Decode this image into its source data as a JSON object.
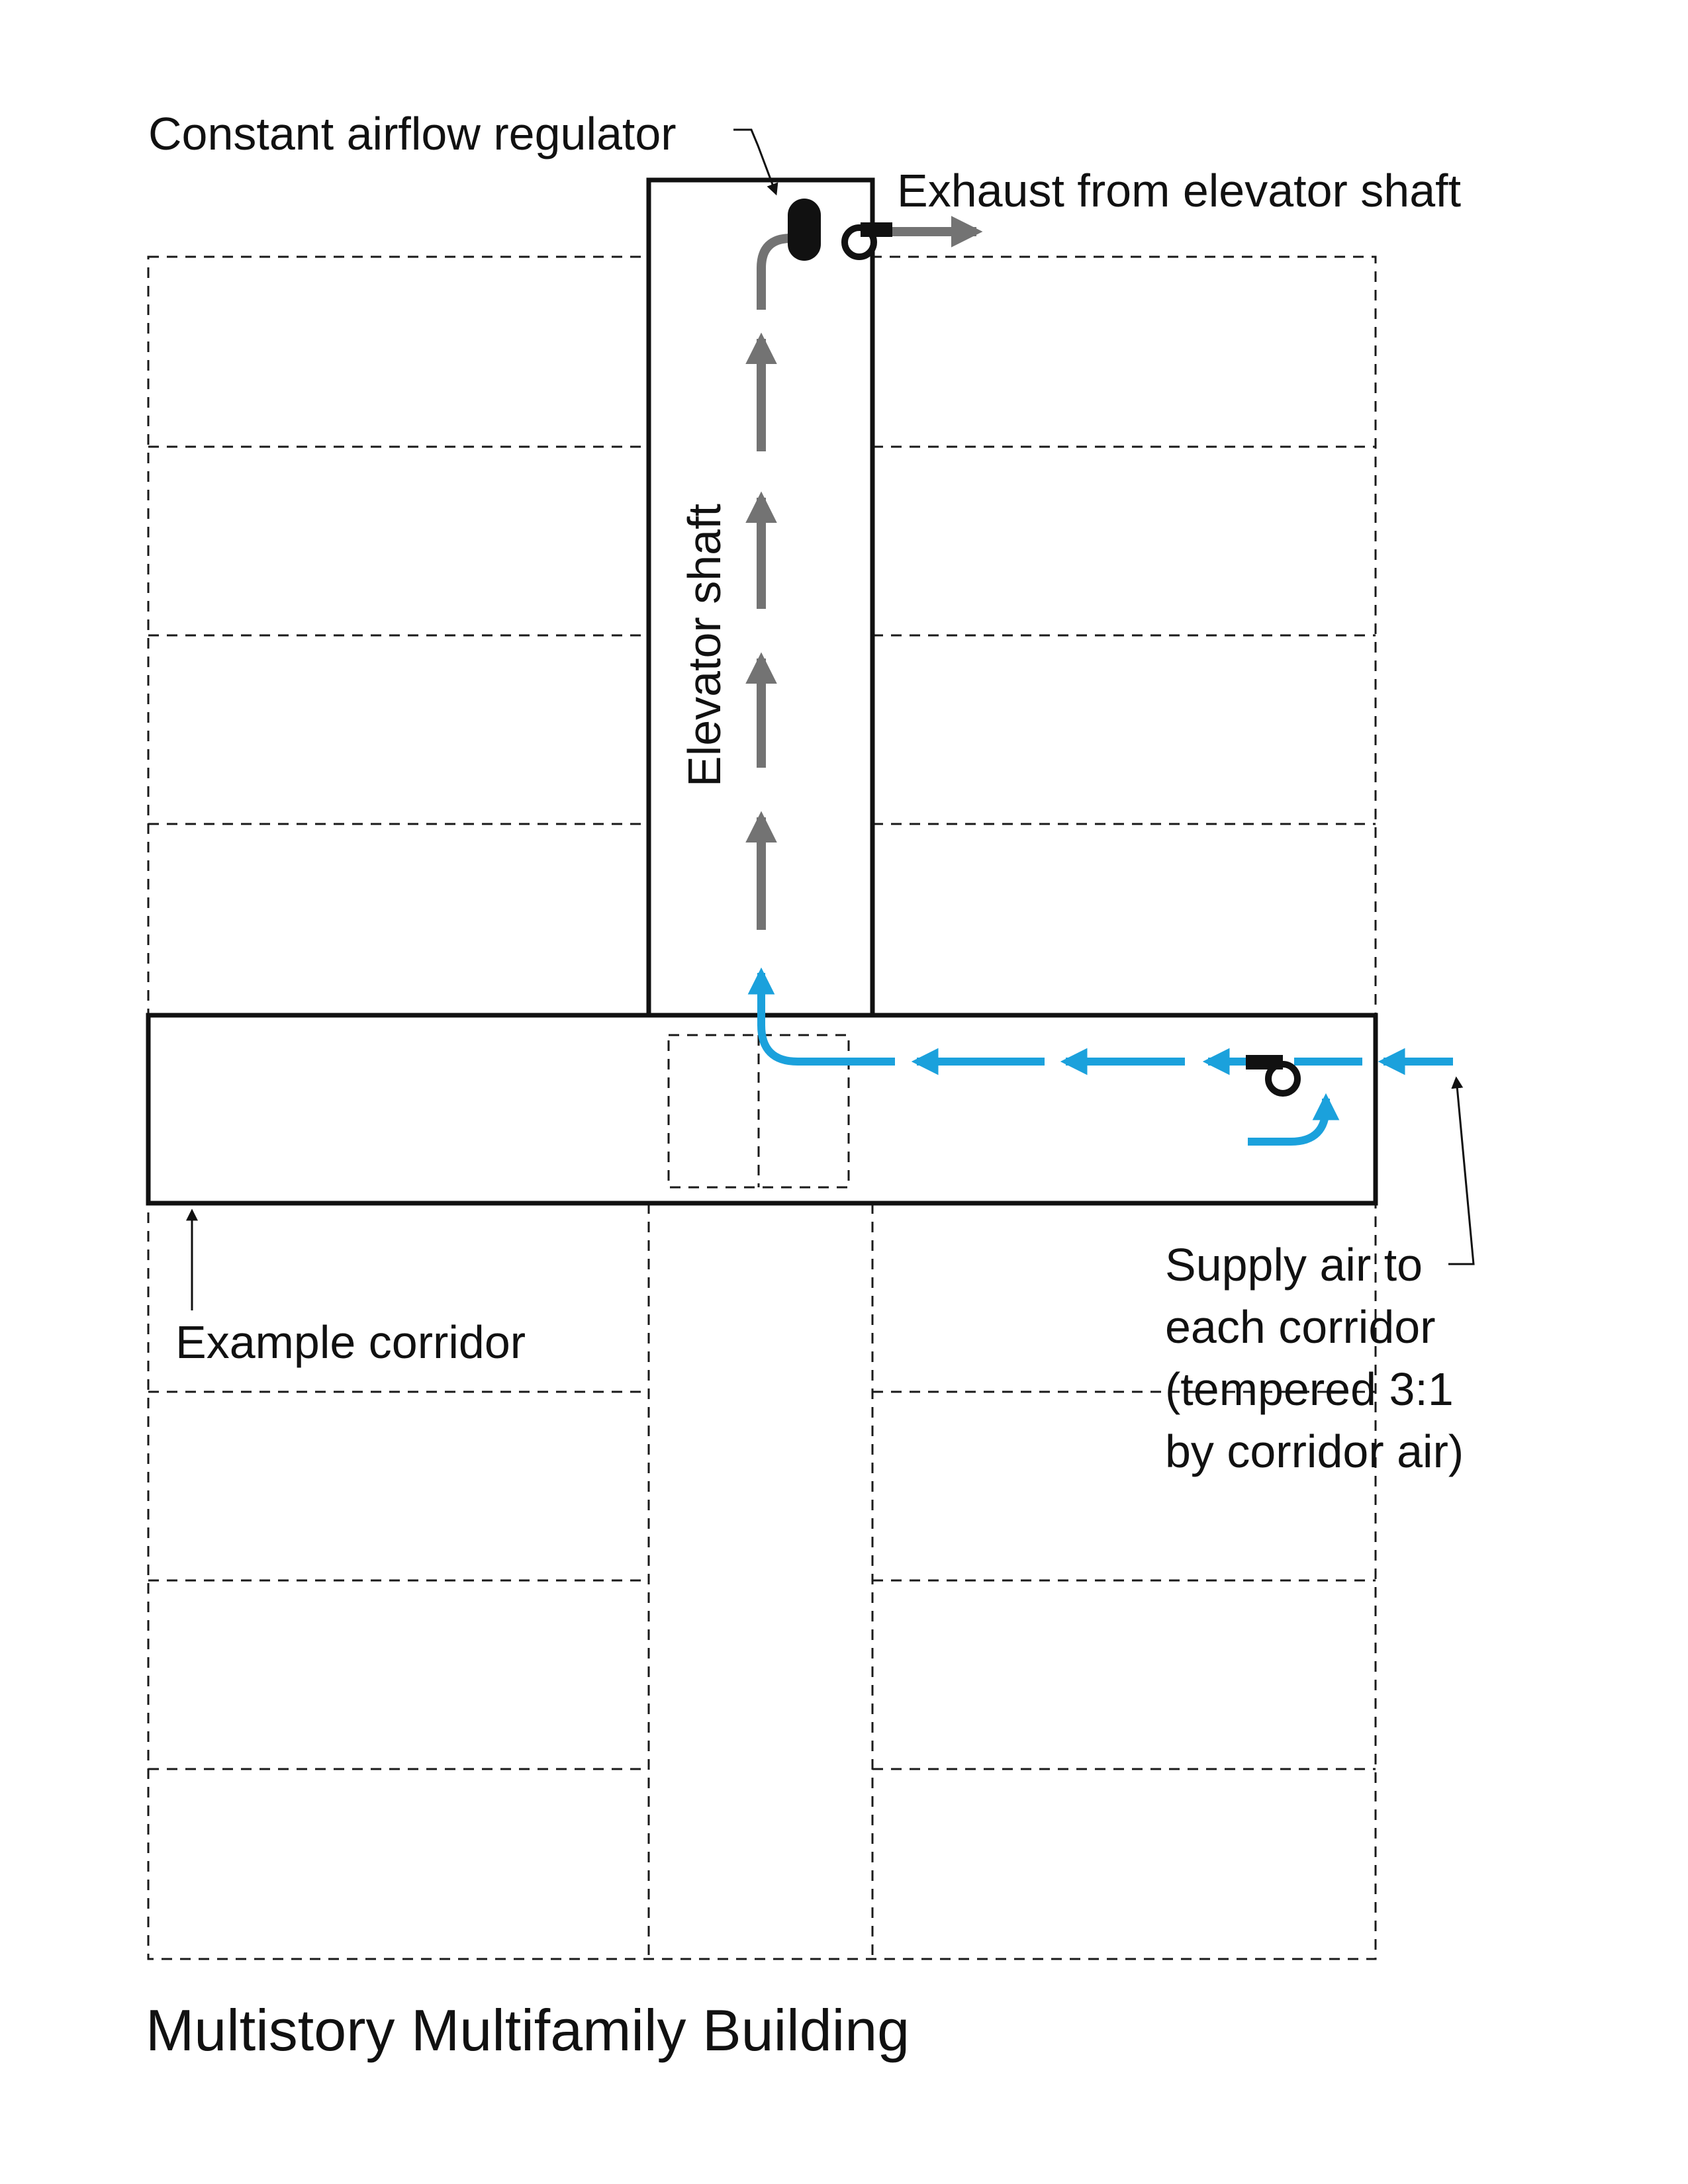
{
  "diagram": {
    "title": "Multistory Multifamily Building",
    "labels": {
      "regulator": "Constant airflow regulator",
      "exhaust": "Exhaust from elevator shaft",
      "shaft": "Elevator shaft",
      "corridor": "Example corridor",
      "supply_lines": [
        "Supply air to",
        "each corridor",
        "(tempered 3:1",
        "by corridor air)"
      ]
    },
    "icons": {
      "exhaust_fan": "fan-icon",
      "supply_fan": "fan-icon",
      "regulator": "airflow-regulator-icon"
    },
    "colors": {
      "exhaust_airflow": "#737373",
      "supply_airflow": "#1ba1dc",
      "outline": "#111111"
    }
  }
}
